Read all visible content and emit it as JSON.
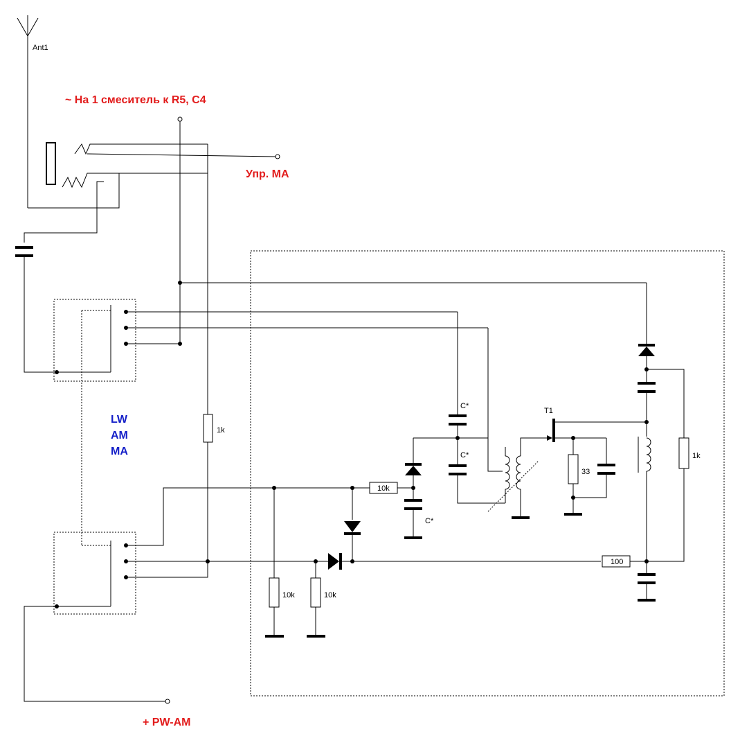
{
  "labels": {
    "antenna": "Ant1",
    "mixer_note": "~ На 1 смеситель к R5, C4",
    "control_ma": "Упр. МА",
    "power": "+ PW-AM",
    "band_line1": "LW",
    "band_line2": "AM",
    "band_line3": "MA"
  },
  "components": {
    "r_top": "1k",
    "r_series": "10k",
    "r_bottom_left": "10k",
    "r_bottom_right": "10k",
    "r_emitter": "33",
    "r_right": "1k",
    "r_supply": "100",
    "c_upper": "C*",
    "c_lower": "C*",
    "c_varicap": "C*",
    "transistor": "T1"
  },
  "colors": {
    "red_labels": "#e21c1c",
    "blue_labels": "#1520c8"
  }
}
